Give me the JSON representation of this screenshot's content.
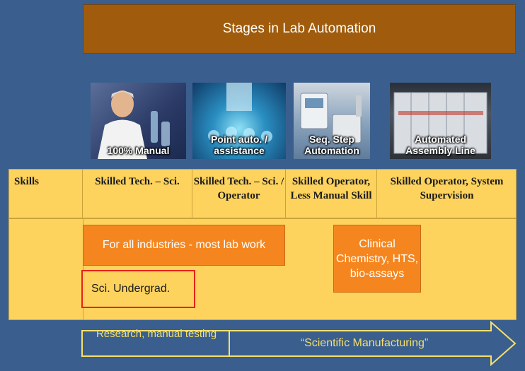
{
  "title": "Stages in Lab Automation",
  "stages": [
    {
      "caption": "100% Manual"
    },
    {
      "caption": "Point auto. / assistance"
    },
    {
      "caption": "Seq. Step Automation"
    },
    {
      "caption": "Automated Assembly Line"
    }
  ],
  "skills": {
    "header": "Skills",
    "cells": [
      "Skilled Tech. – Sci.",
      "Skilled Tech. – Sci. / Operator",
      "Skilled Operator, Less Manual Skill",
      "Skilled Operator, System Supervision"
    ]
  },
  "industries": {
    "all_label": "For all industries - most lab work",
    "clinical_label": "Clinical Chemistry, HTS, bio-assays",
    "undergrad_label": "Sci. Undergrad."
  },
  "progression": {
    "research_label": "Research, manual testing",
    "scientific_label": "“Scientific Manufacturing”"
  },
  "colors": {
    "background": "#3a5f8e",
    "title_bar": "#a05c0c",
    "table": "#fdd35d",
    "orange": "#f5861f",
    "highlight_border": "#e8231b",
    "arrow_text": "#f7df6a"
  }
}
